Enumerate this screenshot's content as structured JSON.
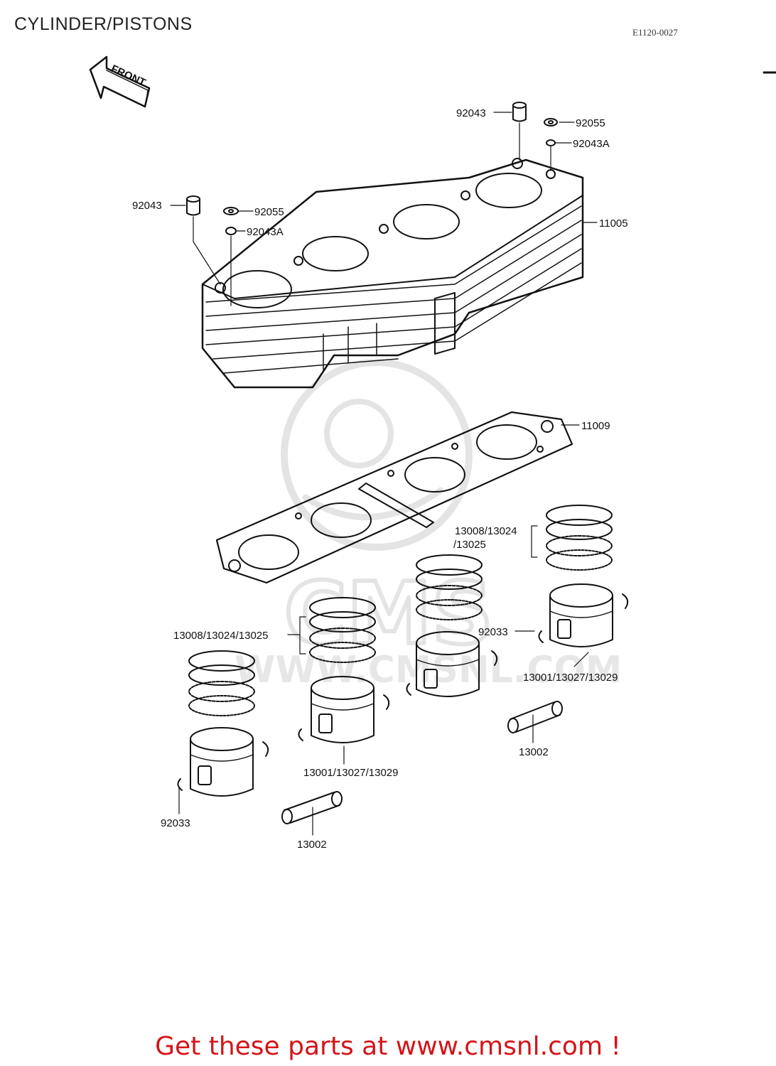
{
  "header": {
    "title": "CYLINDER/PISTONS",
    "diagram_code": "E1120-0027"
  },
  "front_arrow_label": "FRONT",
  "watermark": {
    "text": "CMS",
    "url": "WWW.CMSNL.COM"
  },
  "labels": {
    "stud_right": "92043",
    "washer_right": "92055",
    "nut_right": "92043A",
    "stud_left": "92043",
    "washer_left": "92055",
    "nut_left": "92043A",
    "cylinder_block": "11005",
    "head_gasket": "11009",
    "rings_right_line1": "13008/13024",
    "rings_right_line2": "/13025",
    "rings_left": "13008/13024/13025",
    "clip_right": "92033",
    "piston_right": "13001/13027/13029",
    "pin_right": "13002",
    "piston_center": "13001/13027/13029",
    "clip_left": "92033",
    "pin_left": "13002"
  },
  "footer": {
    "text": "Get these parts at www.cmsnl.com !"
  }
}
